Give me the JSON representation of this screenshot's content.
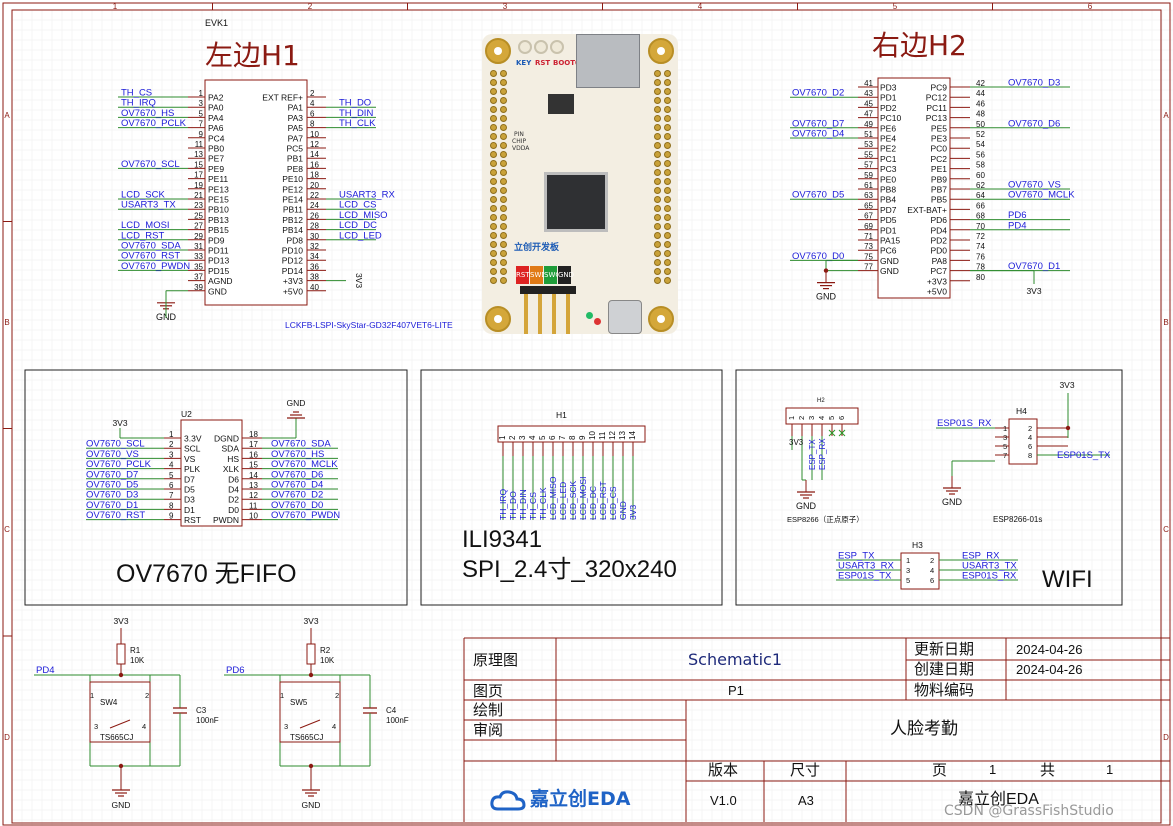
{
  "border": {
    "cols": [
      "1",
      "2",
      "3",
      "4",
      "5",
      "6"
    ],
    "rows": [
      "A",
      "B",
      "C",
      "D"
    ]
  },
  "evk": {
    "ref": "EVK1",
    "title_left": "左边H1",
    "title_right": "右边H2",
    "part": "LCKFB-LSPI-SkyStar-GD32F407VET6-LITE",
    "left_inner": [
      "PA2",
      "PA0",
      "PA4",
      "PA6",
      "PC4",
      "PB0",
      "PE7",
      "PE9",
      "PE11",
      "PE13",
      "PE15",
      "PB10",
      "PB13",
      "PB15",
      "PD9",
      "PD11",
      "PD13",
      "PD15",
      "AGND",
      "GND"
    ],
    "left_nums": [
      "1",
      "3",
      "5",
      "7",
      "9",
      "11",
      "13",
      "15",
      "17",
      "19",
      "21",
      "23",
      "25",
      "27",
      "29",
      "31",
      "33",
      "35",
      "37",
      "39"
    ],
    "left_nets": [
      {
        "pin": 0,
        "net": "TH_CS"
      },
      {
        "pin": 1,
        "net": "TH_IRQ"
      },
      {
        "pin": 2,
        "net": "OV7670_HS"
      },
      {
        "pin": 3,
        "net": "OV7670_PCLK"
      },
      {
        "pin": 7,
        "net": "OV7670_SCL"
      },
      {
        "pin": 10,
        "net": "LCD_SCK"
      },
      {
        "pin": 11,
        "net": "USART3_TX"
      },
      {
        "pin": 13,
        "net": "LCD_MOSI"
      },
      {
        "pin": 14,
        "net": "LCD_RST"
      },
      {
        "pin": 15,
        "net": "OV7670_SDA"
      },
      {
        "pin": 16,
        "net": "OV7670_RST"
      },
      {
        "pin": 17,
        "net": "OV7670_PWDN"
      }
    ],
    "mid_inner": [
      "EXT REF+",
      "PA1",
      "PA3",
      "PA5",
      "PA7",
      "PC5",
      "PB1",
      "PE8",
      "PE10",
      "PE12",
      "PE14",
      "PB11",
      "PB12",
      "PB14",
      "PD8",
      "PD10",
      "PD12",
      "PD14",
      "+3V3",
      "+5V0"
    ],
    "mid_nums": [
      "2",
      "4",
      "6",
      "8",
      "10",
      "12",
      "14",
      "16",
      "18",
      "20",
      "22",
      "24",
      "26",
      "28",
      "30",
      "32",
      "34",
      "36",
      "38",
      "40"
    ],
    "mid_nets": [
      {
        "pin": 1,
        "net": "TH_DO"
      },
      {
        "pin": 2,
        "net": "TH_DIN"
      },
      {
        "pin": 3,
        "net": "TH_CLK"
      },
      {
        "pin": 10,
        "net": "USART3_RX"
      },
      {
        "pin": 11,
        "net": "LCD_CS"
      },
      {
        "pin": 12,
        "net": "LCD_MISO"
      },
      {
        "pin": 13,
        "net": "LCD_DC"
      },
      {
        "pin": 14,
        "net": "LCD_LED"
      }
    ],
    "mid_3v3": "3V3",
    "right_inner_l": [
      "PD3",
      "PD1",
      "PD2",
      "PC10",
      "PE6",
      "PE4",
      "PE2",
      "PC1",
      "PC3",
      "PE0",
      "PB8",
      "PB4",
      "PD7",
      "PD5",
      "PD1",
      "PA15",
      "PC6",
      "GND",
      "GND"
    ],
    "right_nums_l": [
      "41",
      "43",
      "45",
      "47",
      "49",
      "51",
      "53",
      "55",
      "57",
      "59",
      "61",
      "63",
      "65",
      "67",
      "69",
      "71",
      "73",
      "75",
      "77",
      "79"
    ],
    "right_nets_l": [
      {
        "pin": 1,
        "net": "OV7670_D2"
      },
      {
        "pin": 4,
        "net": "OV7670_D7"
      },
      {
        "pin": 5,
        "net": "OV7670_D4"
      },
      {
        "pin": 11,
        "net": "OV7670_D5"
      },
      {
        "pin": 17,
        "net": "OV7670_D0"
      }
    ],
    "right_inner_r": [
      "PC9",
      "PC12",
      "PC11",
      "PC13",
      "PE5",
      "PE3",
      "PC0",
      "PC2",
      "PE1",
      "PB9",
      "PB7",
      "PB5",
      "EXT-BAT+",
      "PD6",
      "PD4",
      "PD2",
      "PD0",
      "PA8",
      "PC7",
      "+3V3",
      "+5V0"
    ],
    "right_nums_r": [
      "42",
      "44",
      "46",
      "48",
      "50",
      "52",
      "54",
      "56",
      "58",
      "60",
      "62",
      "64",
      "66",
      "68",
      "70",
      "72",
      "74",
      "76",
      "78",
      "80"
    ],
    "right_nets_r": [
      {
        "pin": 0,
        "net": "OV7670_D3"
      },
      {
        "pin": 4,
        "net": "OV7670_D6"
      },
      {
        "pin": 10,
        "net": "OV7670_VS"
      },
      {
        "pin": 11,
        "net": "OV7670_MCLK"
      },
      {
        "pin": 13,
        "net": "PD6"
      },
      {
        "pin": 14,
        "net": "PD4"
      },
      {
        "pin": 18,
        "net": "OV7670_D1"
      }
    ],
    "gnd_label": "GND",
    "v3_label": "3V3"
  },
  "board": {
    "key_label": "KEY",
    "rst_label": "RST",
    "boot_label": "BOOT0",
    "logo_text": "立创开发板",
    "tag_labels": [
      "RST",
      "SWDIO",
      "SWCLK",
      "GND"
    ],
    "pin_labels": [
      "PIN",
      "CHIP",
      "VDDA"
    ]
  },
  "ov": {
    "ref": "U2",
    "left_inner": [
      "3.3V",
      "SCL",
      "VS",
      "PLK",
      "D7",
      "D5",
      "D3",
      "D1",
      "RST"
    ],
    "left_nums": [
      "1",
      "2",
      "3",
      "4",
      "5",
      "6",
      "7",
      "8",
      "9"
    ],
    "left_nets": [
      "3V3",
      "OV7670_SCL",
      "OV7670_VS",
      "OV7670_PCLK",
      "OV7670_D7",
      "OV7670_D5",
      "OV7670_D3",
      "OV7670_D1",
      "OV7670_RST"
    ],
    "right_inner": [
      "DGND",
      "SDA",
      "HS",
      "XLK",
      "D6",
      "D4",
      "D2",
      "D0",
      "PWDN"
    ],
    "right_nums": [
      "18",
      "17",
      "16",
      "15",
      "14",
      "13",
      "12",
      "11",
      "10"
    ],
    "right_nets": [
      "GND",
      "OV7670_SDA",
      "OV7670_HS",
      "OV7670_MCLK",
      "OV7670_D6",
      "OV7670_D4",
      "OV7670_D2",
      "OV7670_D0",
      "OV7670_PWDN"
    ],
    "caption": "OV7670 无FIFO"
  },
  "lcd": {
    "ref": "H1",
    "pins": [
      "1",
      "2",
      "3",
      "4",
      "5",
      "6",
      "7",
      "8",
      "9",
      "10",
      "11",
      "12",
      "13",
      "14"
    ],
    "nets": [
      "TH_IRQ",
      "TH_DO",
      "TH_DIN",
      "TH_CS",
      "TH_CLK",
      "LCD_MISO",
      "LCD_LED",
      "LCD_SCK",
      "LCD_MOSI",
      "LCD_DC",
      "LCD_RST",
      "LCD_CS",
      "GND",
      "3V3"
    ],
    "caption1": "ILI9341",
    "caption2": "SPI_2.4寸_320x240"
  },
  "wifi": {
    "h2_ref": "H2",
    "h2_pins": [
      "1",
      "2",
      "3",
      "4",
      "5",
      "6"
    ],
    "h2_nets": [
      "3V3",
      "ESP_TX",
      "ESP_RX"
    ],
    "h2_gnd": "GND",
    "h2_caption": "ESP8266（正点原子）",
    "h4_ref": "H4",
    "h4_v3": "3V3",
    "h4_left_nums": [
      "1",
      "3",
      "5",
      "7"
    ],
    "h4_right_nums": [
      "2",
      "4",
      "6",
      "8"
    ],
    "h4_net_rx": "ESP01S_RX",
    "h4_net_tx": "ESP01S_TX",
    "h4_gnd": "GND",
    "h4_caption": "ESP8266-01s",
    "h3_ref": "H3",
    "h3_left_nets": [
      "ESP_TX",
      "USART3_RX",
      "ESP01S_TX"
    ],
    "h3_left_nums": [
      "1",
      "3",
      "5"
    ],
    "h3_right_nums": [
      "2",
      "4",
      "6"
    ],
    "h3_right_nets": [
      "ESP_RX",
      "USART3_TX",
      "ESP01S_RX"
    ],
    "caption": "WIFI"
  },
  "keys": [
    {
      "net": "PD4",
      "v3": "3V3",
      "r": "R1",
      "rv": "10K",
      "sw": "SW4",
      "part": "TS665CJ",
      "c": "C3",
      "cv": "100nF",
      "gnd": "GND"
    },
    {
      "net": "PD6",
      "v3": "3V3",
      "r": "R2",
      "rv": "10K",
      "sw": "SW5",
      "part": "TS665CJ",
      "c": "C4",
      "cv": "100nF",
      "gnd": "GND"
    }
  ],
  "key_pin_nums": [
    "1",
    "2",
    "3",
    "4"
  ],
  "titleblock": {
    "l_schematic": "原理图",
    "schematic": "Schematic1",
    "l_update": "更新日期",
    "update_date": "2024-04-26",
    "l_create": "创建日期",
    "create_date": "2024-04-26",
    "l_page": "图页",
    "page": "P1",
    "l_material": "物料编码",
    "l_draw": "绘制",
    "l_review": "审阅",
    "project": "人脸考勤",
    "l_version": "版本",
    "l_size": "尺寸",
    "l_pg": "页",
    "pg_num": "1",
    "l_total": "共",
    "total": "1",
    "version": "V1.0",
    "size": "A3",
    "brand": "嘉立创EDA",
    "company": "嘉立创EDA"
  },
  "watermark": "CSDN @GrassFishStudio",
  "colors": {
    "frame": "#8b1a12",
    "wire": "#2e8b2e",
    "net": "#1b1bd8",
    "part": "#8b1a12"
  }
}
